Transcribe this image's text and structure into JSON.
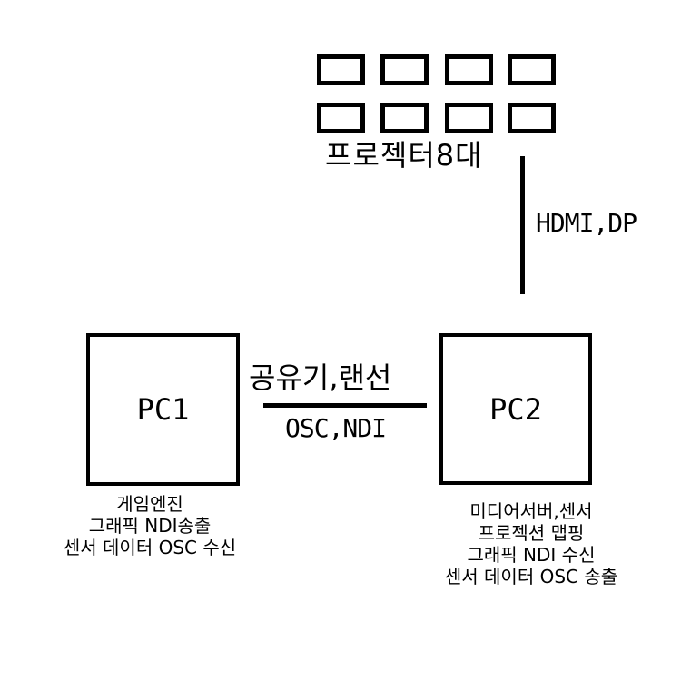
{
  "projectors": {
    "label": "프로젝터8대",
    "count": 8
  },
  "links": {
    "projector_link": "HDMI,DP",
    "network_top": "공유기,랜선",
    "network_bottom": "OSC,NDI"
  },
  "pc1": {
    "label": "PC1",
    "description": [
      "게임엔진",
      "그래픽 NDI송출",
      "센서 데이터 OSC 수신"
    ]
  },
  "pc2": {
    "label": "PC2",
    "description": [
      "미디어서버,센서",
      "프로젝션 맵핑",
      "그래픽 NDI 수신",
      "센서 데이터 OSC 송출"
    ]
  }
}
